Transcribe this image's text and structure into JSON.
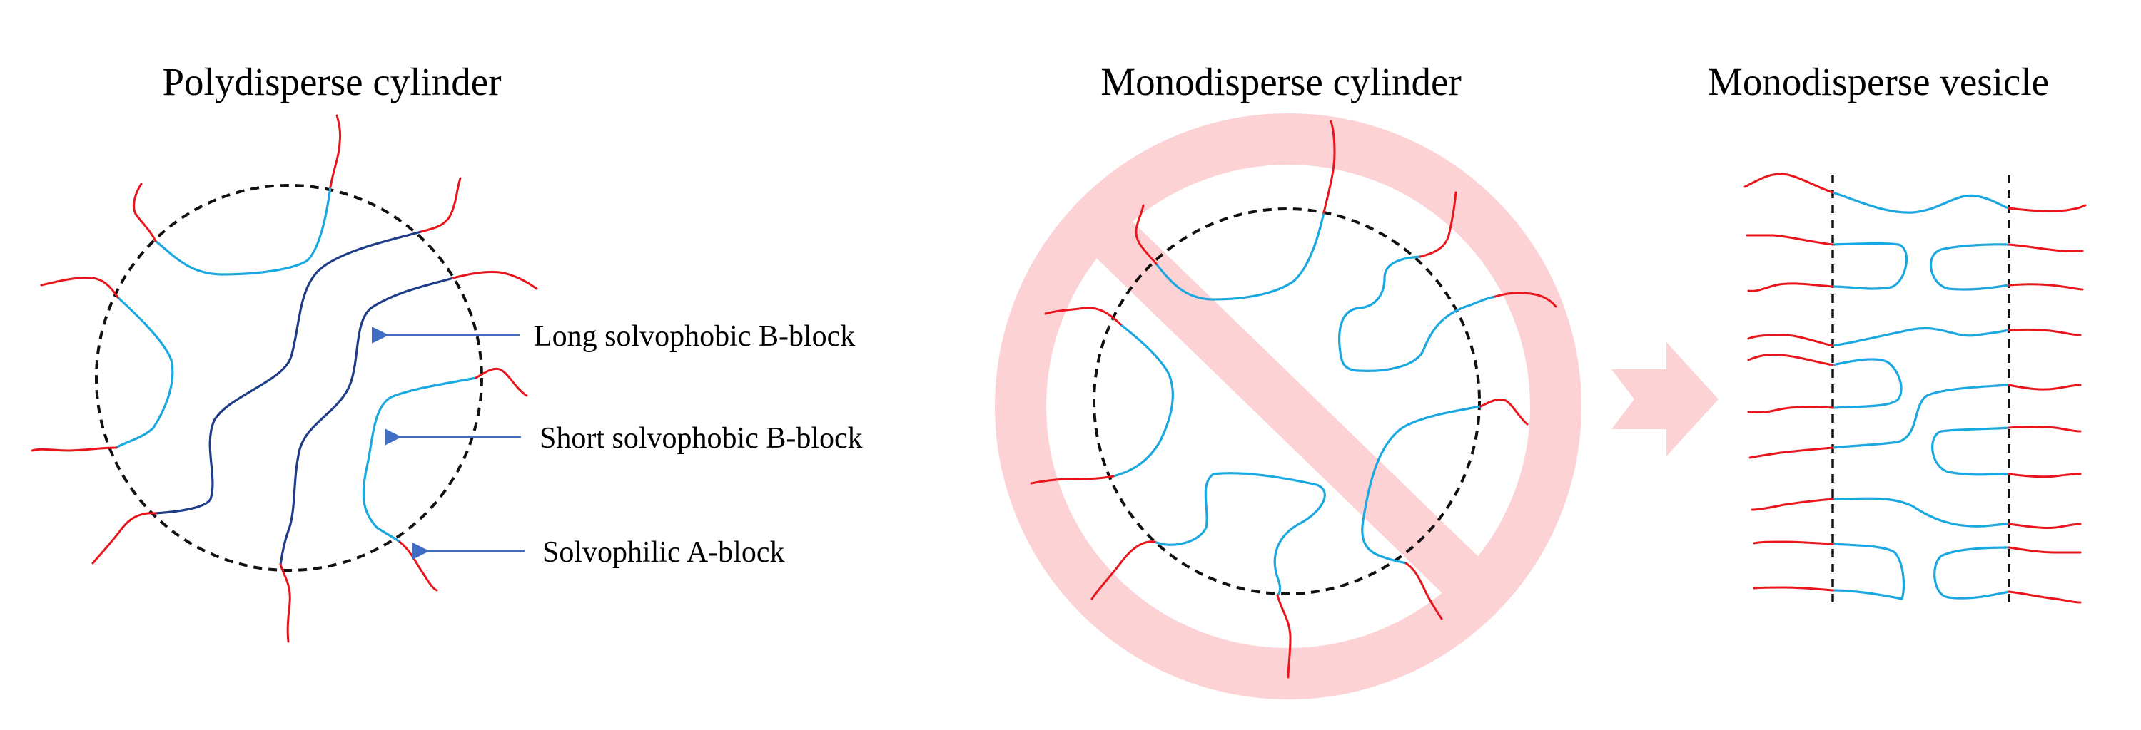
{
  "titles": {
    "polydisperse": "Polydisperse cylinder",
    "monodisperse_cylinder": "Monodisperse cylinder",
    "monodisperse_vesicle": "Monodisperse vesicle"
  },
  "labels": {
    "long_b": "Long solvophobic B-block",
    "short_b": "Short solvophobic B-block",
    "a_block": "Solvophilic A-block"
  },
  "colors": {
    "solvophilic_a": "#e8161c",
    "short_b": "#1ba8e0",
    "long_b": "#1f3c88",
    "core_outline": "#111111",
    "prohibition": "#fcd2d4",
    "arrow": "#fcd2d4",
    "pointer": "#3f6dc4"
  }
}
